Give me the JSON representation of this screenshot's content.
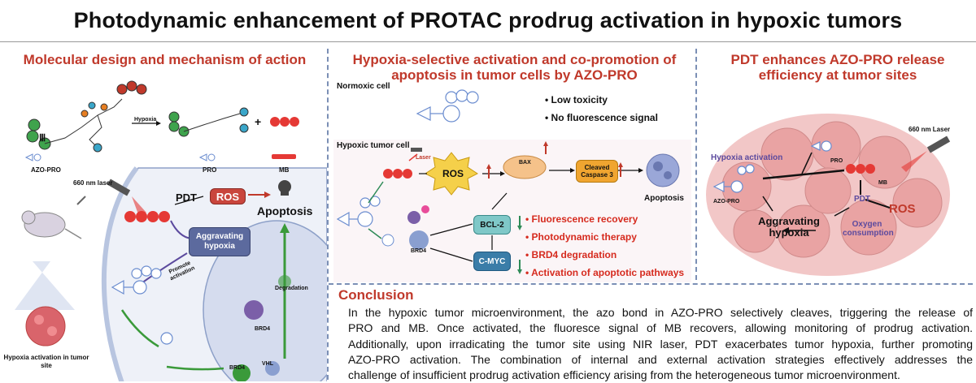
{
  "title": "Photodynamic enhancement of PROTAC prodrug activation in hypoxic tumors",
  "panel1": {
    "heading": "Molecular design and mechanism of action",
    "hypoxia_label": "Hypoxia",
    "plus": "+",
    "mol_labels": [
      "AZO-PRO",
      "PRO",
      "MB"
    ],
    "laser_label": "660 nm laser",
    "pdt": "PDT",
    "ros": "ROS",
    "apoptosis": "Apoptosis",
    "aggravating_hypoxia": "Aggravating hypoxia",
    "promote_activation": "Promote activation",
    "degradation": "Degradation",
    "brd4": "BRD4",
    "vhl": "VHL",
    "tumor_site_label": "Hypoxia activation in tumor site"
  },
  "panel2": {
    "heading": "Hypoxia-selective activation and co-promotion of apoptosis in tumor cells by AZO-PRO",
    "normoxic_title": "Normoxic cell",
    "normoxic_bullets": [
      "• Low toxicity",
      "• No fluorescence signal"
    ],
    "hypoxic_title": "Hypoxic tumor cell",
    "laser": "Laser",
    "ros": "ROS",
    "bax": "BAX",
    "cleaved_caspase": "Cleaved Caspase 3",
    "apoptosis": "Apoptosis",
    "bcl2": "BCL-2",
    "cmyc": "C-MYC",
    "brd4": "BRD4",
    "hypoxic_bullets": [
      "• Fluorescence recovery",
      "• Photodynamic therapy",
      "• BRD4 degradation",
      "• Activation of apoptotic pathways"
    ]
  },
  "panel3": {
    "heading": "PDT enhances AZO-PRO release efficiency at tumor sites",
    "laser_label": "660 nm Laser",
    "hypoxia_activation": "Hypoxia activation",
    "pro": "PRO",
    "mb": "MB",
    "azo_pro": "AZO-PRO",
    "pdt": "PDT",
    "ros": "ROS",
    "aggravating_hypoxia": "Aggravating hypoxia",
    "oxygen_consumption": "Oxygen consumption"
  },
  "conclusion": {
    "heading": "Conclusion",
    "lines": [
      "In the hypoxic tumor microenvironment, the azo bond in AZO-PRO selectively cleaves, triggering the release of",
      "PRO and MB. Once activated, the fluoresce signal of MB recovers, allowing monitoring of prodrug activation.",
      "Additionally, upon irradicating the tumor site using NIR laser, PDT exacerbates tumor hypoxia, further promoting",
      "AZO-PRO activation. The combination of internal and external activation strategies effectively addresses the",
      "challenge of insufficient prodrug activation efficiency arising from the heterogeneous tumor microenvironment."
    ]
  },
  "colors": {
    "heading_red": "#c0392b",
    "ros_box": "#c9463d",
    "hypoxia_box": "#5c6a9e",
    "bcl2_box": "#7fc8c8",
    "cmyc_box": "#3a7da8",
    "caspase_box": "#f0a530",
    "tumor_pink": "#e9a3a3",
    "mb_red": "#e53935"
  }
}
